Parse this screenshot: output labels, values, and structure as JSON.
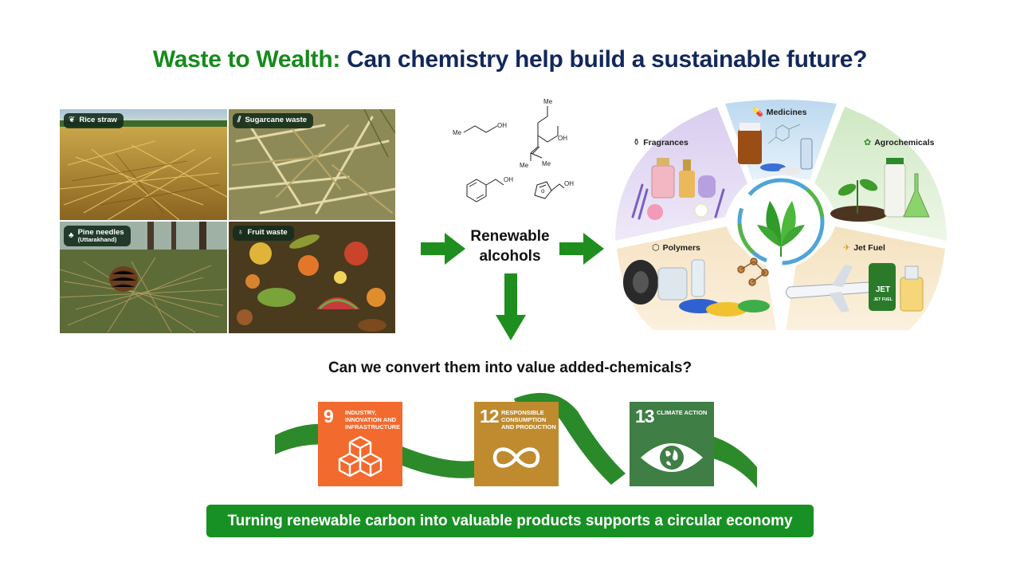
{
  "title": {
    "part1": "Waste to Wealth:",
    "part2": "Can chemistry help build a sustainable future?"
  },
  "waste_sources": [
    {
      "label": "Rice straw",
      "sublabel": "",
      "icon": "rice-icon"
    },
    {
      "label": "Sugarcane waste",
      "sublabel": "",
      "icon": "cane-icon"
    },
    {
      "label": "Pine needles",
      "sublabel": "(Uttarakhand)",
      "icon": "tree-icon"
    },
    {
      "label": "Fruit waste",
      "sublabel": "",
      "icon": "apple-core-icon"
    }
  ],
  "molecules": [
    "OH",
    "OH",
    "OH",
    "OH"
  ],
  "center_label": "Renewable alcohols",
  "products": [
    {
      "label": "Medicines",
      "icon": "pill-icon"
    },
    {
      "label": "Fragrances",
      "icon": "perfume-icon"
    },
    {
      "label": "Agrochemicals",
      "icon": "sprout-icon"
    },
    {
      "label": "Polymers",
      "icon": "polymer-icon"
    },
    {
      "label": "Jet Fuel",
      "icon": "plane-icon"
    }
  ],
  "jet_drum_text": "JET",
  "jet_drum_subtext": "JET FUEL",
  "question": "Can we convert them into value added-chemicals?",
  "sdgs": [
    {
      "number": "9",
      "text": "INDUSTRY, INNOVATION AND INFRASTRUCTURE",
      "color": "#f26a2e"
    },
    {
      "number": "12",
      "text": "RESPONSIBLE CONSUMPTION AND PRODUCTION",
      "color": "#bf8b2e"
    },
    {
      "number": "13",
      "text": "CLIMATE ACTION",
      "color": "#3f7e44"
    }
  ],
  "banner": "Turning renewable carbon into valuable products supports a circular economy",
  "colors": {
    "brand_green": "#178a1d",
    "navy": "#12285a",
    "banner_green": "#189124",
    "arrow_green": "#1e8f1e"
  }
}
